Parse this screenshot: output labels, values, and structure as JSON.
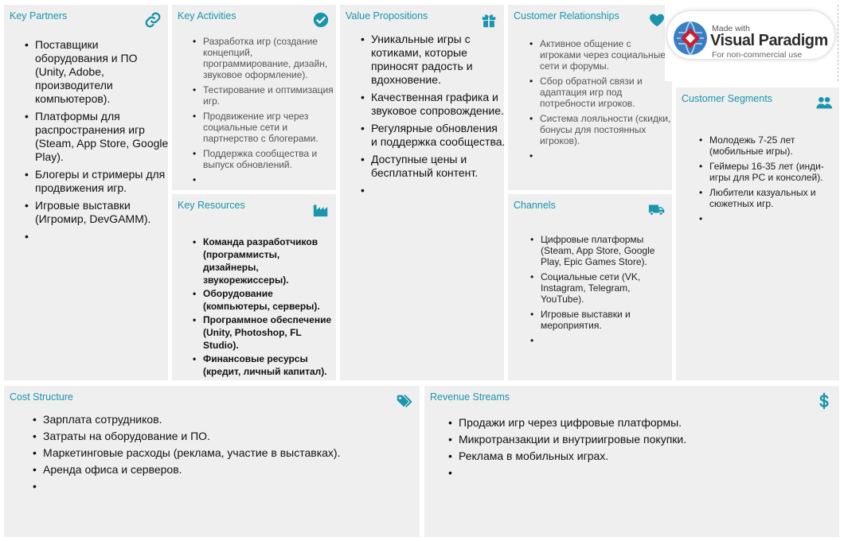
{
  "logo": {
    "made_with": "Made with",
    "brand": "Visual Paradigm",
    "license": "For non-commercial use"
  },
  "key_partners": {
    "title": "Key Partners",
    "icon": "link-icon",
    "items": [
      "Поставщики оборудования и ПО (Unity, Adobe, производители компьютеров).",
      "Платформы для распространения игр (Steam, App Store, Google Play).",
      "Блогеры и стримеры для продвижения игр.",
      "Игровые выставки (Игромир, DevGAMM).",
      ""
    ]
  },
  "key_activities": {
    "title": "Key Activities",
    "icon": "check-circle-icon",
    "items": [
      "Разработка игр (создание концепций, программирование, дизайн, звуковое оформление).",
      "Тестирование и оптимизация игр.",
      "Продвижение игр через социальные сети и партнерство с блогерами.",
      "Поддержка сообщества и выпуск обновлений.",
      ""
    ]
  },
  "key_resources": {
    "title": "Key Resources",
    "icon": "factory-icon",
    "items": [
      "Команда разработчиков (программисты, дизайнеры, звукорежиссеры).",
      "Оборудование (компьютеры, серверы).",
      "Программное обеспечение (Unity, Photoshop, FL Studio).",
      "Финансовые ресурсы (кредит, личный капитал)."
    ]
  },
  "value_propositions": {
    "title": "Value Propositions",
    "icon": "gift-icon",
    "items": [
      "Уникальные игры с котиками, которые приносят радость и вдохновение.",
      "Качественная графика и звуковое сопровождение.",
      "Регулярные обновления и поддержка сообщества.",
      "Доступные цены и бесплатный контент.",
      ""
    ]
  },
  "customer_relationships": {
    "title": "Customer Relationships",
    "icon": "heart-icon",
    "items": [
      "Активное общение с игроками через социальные сети и форумы.",
      "Сбор обратной связи и адаптация игр под потребности игроков.",
      "Система лояльности (скидки, бонусы для постоянных игроков).",
      ""
    ]
  },
  "channels": {
    "title": "Channels",
    "icon": "truck-icon",
    "items": [
      "Цифровые платформы (Steam, App Store, Google Play, Epic Games Store).",
      "Социальные сети (VK, Instagram, Telegram, YouTube).",
      "Игровые выставки и мероприятия.",
      ""
    ]
  },
  "customer_segments": {
    "title": "Customer Segments",
    "icon": "users-icon",
    "items": [
      "Молодежь 7-25 лет (мобильные игры).",
      "Геймеры 16-35 лет (инди-игры для PC и консолей).",
      "Любители казуальных и сюжетных игр.",
      ""
    ]
  },
  "cost_structure": {
    "title": "Cost Structure",
    "icon": "tags-icon",
    "items": [
      "Зарплата сотрудников.",
      "Затраты на оборудование и ПО.",
      "Маркетинговые расходы (реклама, участие в выставках).",
      "Аренда офиса и серверов.",
      ""
    ]
  },
  "revenue_streams": {
    "title": "Revenue Streams",
    "icon": "dollar-icon",
    "items": [
      "Продажи игр через цифровые платформы.",
      "Микротранзакции и внутриигровые покупки.",
      "Реклама в мобильных играх.",
      ""
    ]
  },
  "colors": {
    "accent": "#1a95ad",
    "cell_bg": "#efefef"
  }
}
